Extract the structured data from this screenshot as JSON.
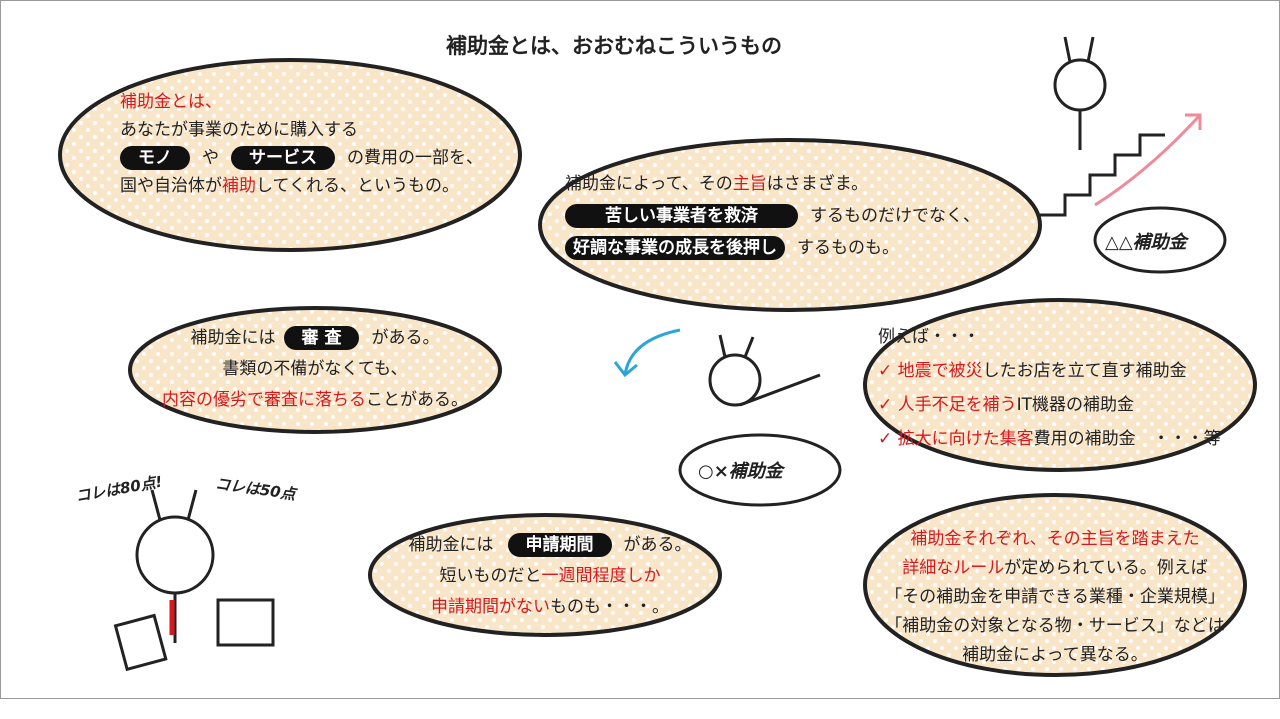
{
  "title": "補助金とは、おおむねこういうもの",
  "colors": {
    "accent": "#d7191f",
    "bubble": "#f9e6c8",
    "pill": "#111111"
  },
  "b1": {
    "l1": "補助金とは、",
    "l2": "あなたが事業のために購入する",
    "pill1": "モノ",
    "mid": "や",
    "pill2": "サービス",
    "l3": "の費用の一部を、",
    "l4a": "国や自治体が",
    "l4b": "補助",
    "l4c": "してくれる、というもの。"
  },
  "b2": {
    "l1a": "補助金によって、その",
    "l1b": "主旨",
    "l1c": "はさまざま。",
    "pill1": "苦しい事業者を救済",
    "l2": "するものだけでなく、",
    "pill2": "好調な事業の成長を後押し",
    "l3": "するものも。"
  },
  "b3": {
    "l1a": "補助金には",
    "pill": "審 査",
    "l1b": "がある。",
    "l2": "書類の不備がなくても、",
    "l3a": "内容の優劣で審査に落ちる",
    "l3b": "ことがある。"
  },
  "b4": {
    "l1a": "補助金には",
    "pill": "申請期間",
    "l1b": "がある。",
    "l2a": "短いものだと",
    "l2b": "一週間程度しか",
    "l3a": "申請期間がない",
    "l3b": "ものも・・・。"
  },
  "b5": {
    "intro": "例えば・・・",
    "check": "✓",
    "items": [
      {
        "red": "地震で被災",
        "rest": "したお店を立て直す補助金"
      },
      {
        "red": "人手不足を補う",
        "rest": "IT機器の補助金"
      },
      {
        "red": "拡大に向けた集客",
        "rest": "費用の補助金　・・・等"
      }
    ]
  },
  "b6": {
    "l1": "補助金それぞれ、その主旨を踏まえた",
    "l2a": "詳細なルール",
    "l2b": "が定められている。例えば",
    "l3": "「その補助金を申請できる業種・企業規模」",
    "l4": "「補助金の対象となる物・サービス」などは",
    "l5": "補助金によって異なる。"
  },
  "illus": {
    "sign1": "△△補助金",
    "sign2": "○×補助金",
    "score1": "コレは80点!",
    "score2": "コレは50点"
  }
}
